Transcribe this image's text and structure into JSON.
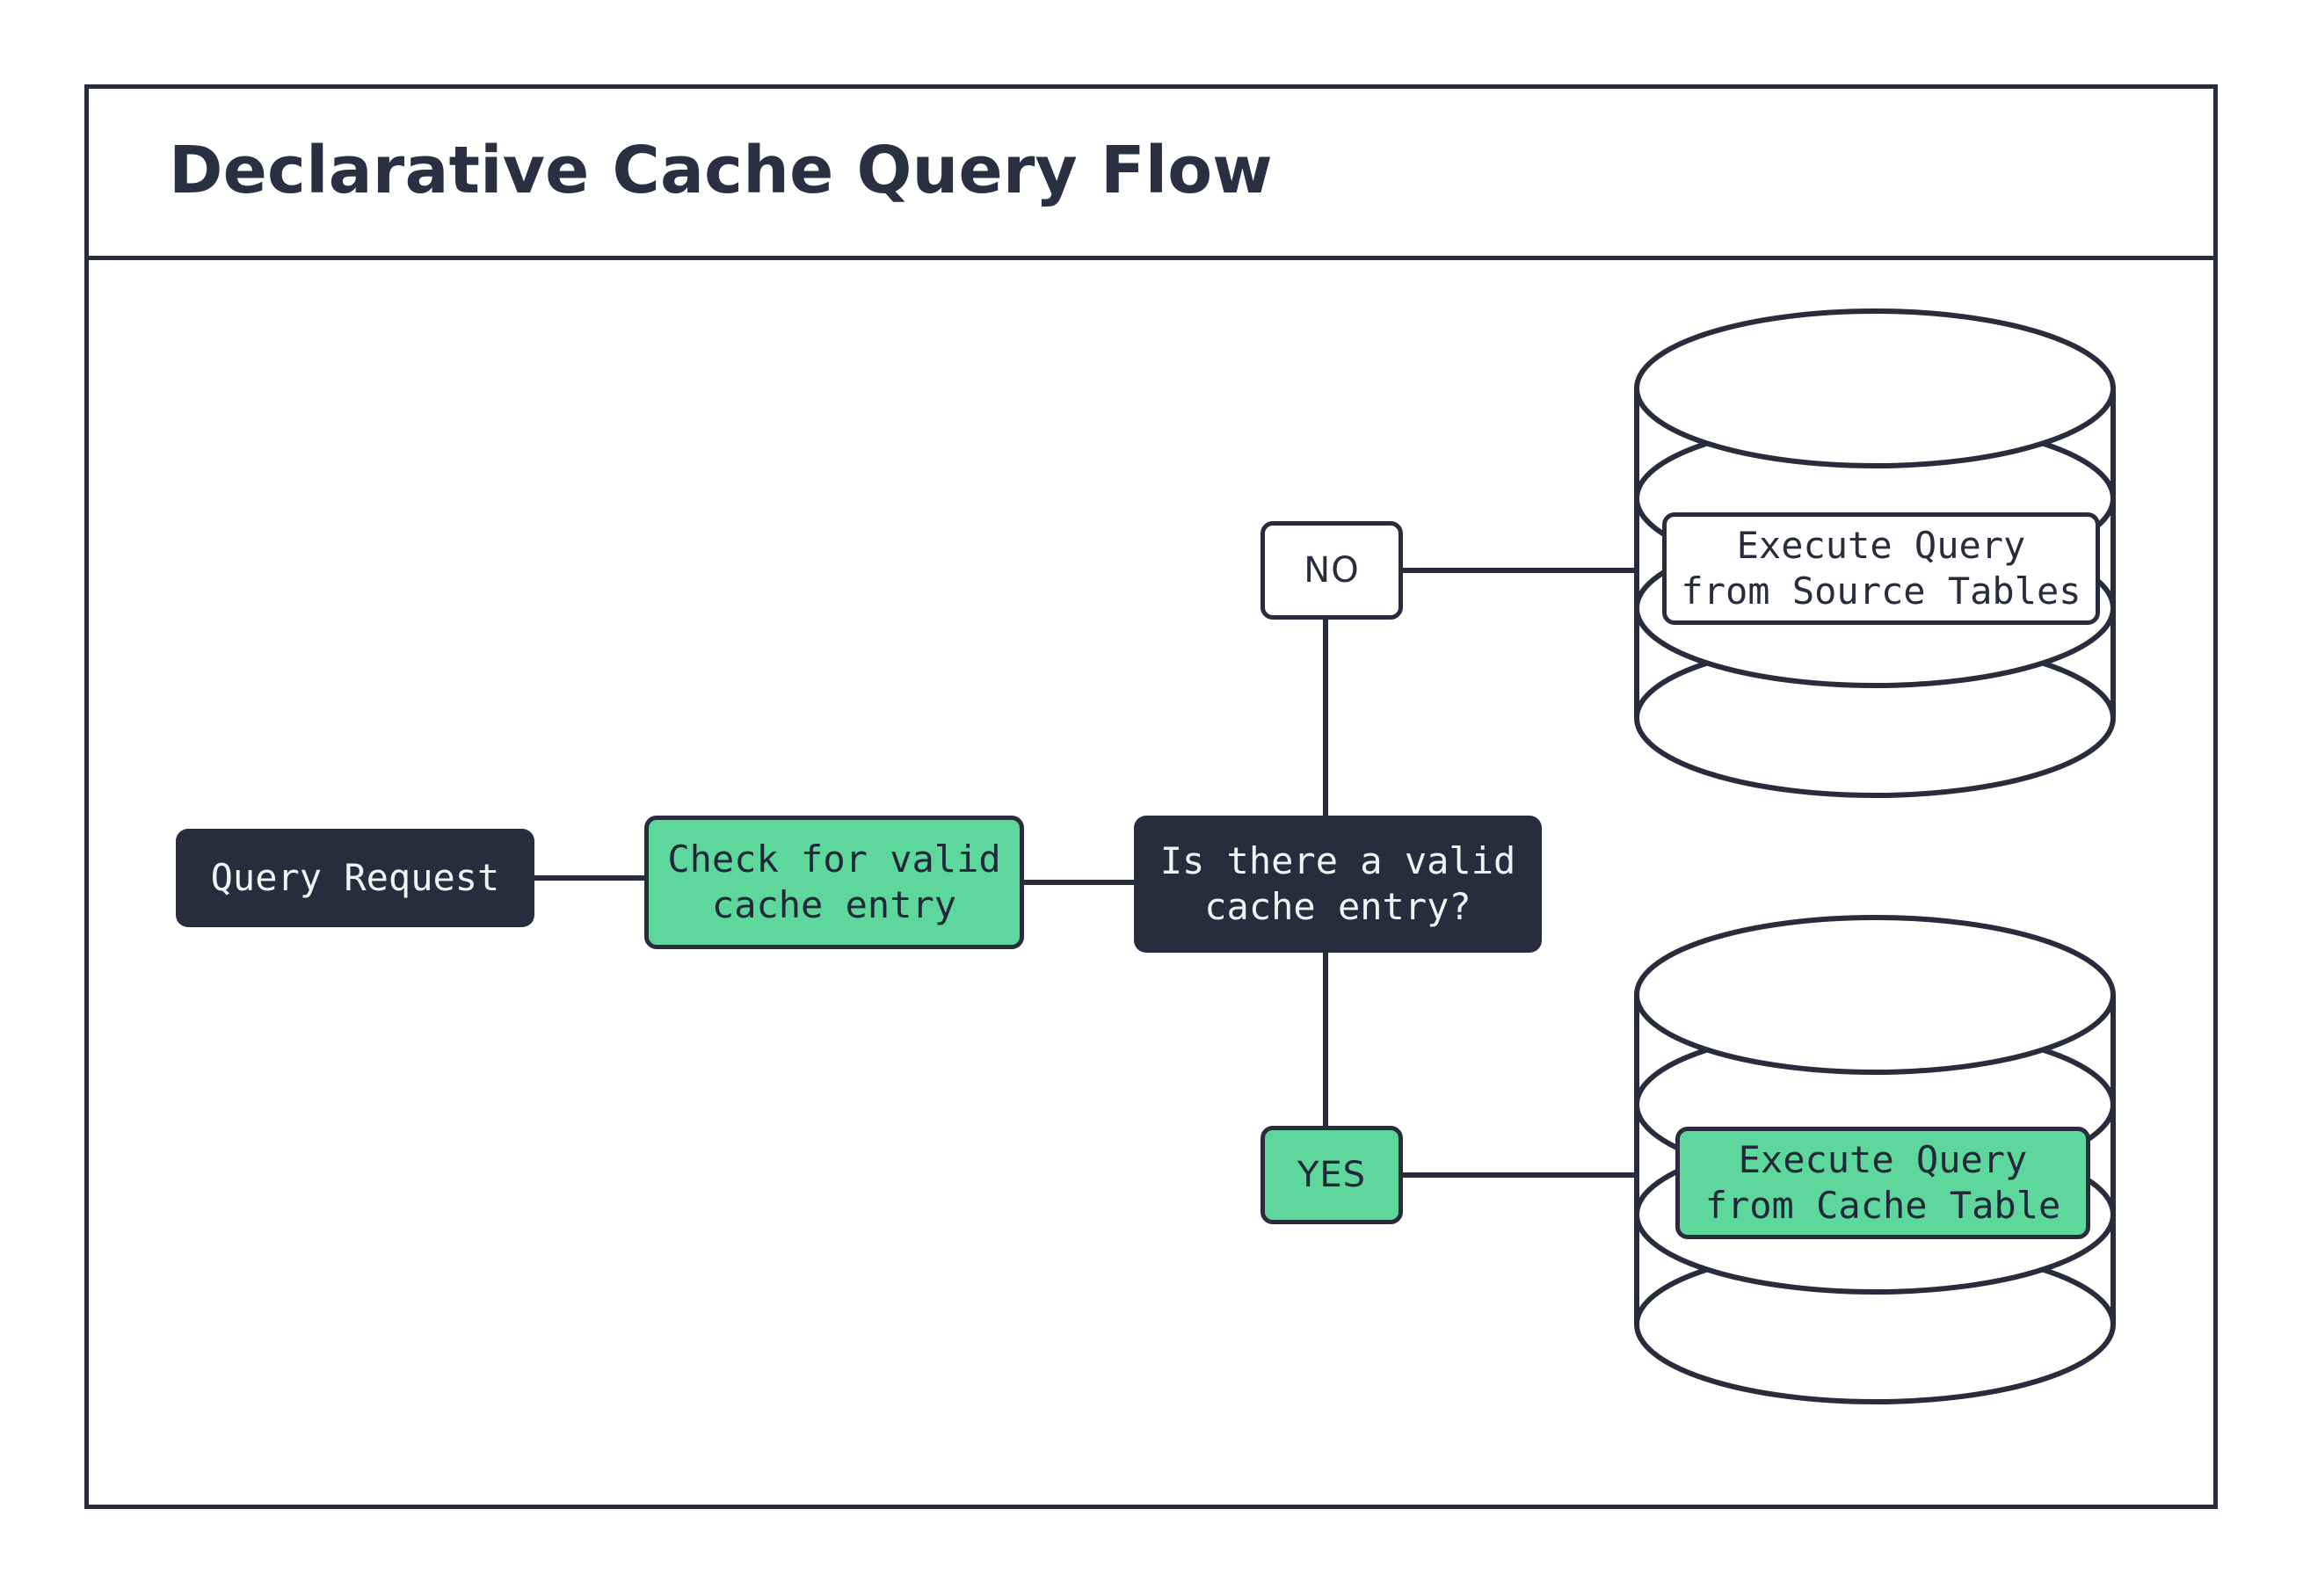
{
  "diagram": {
    "title": "Declarative Cache Query Flow",
    "type": "flowchart",
    "colors": {
      "dark": "#282c3c",
      "green": "#5ed79d",
      "white": "#ffffff",
      "stroke": "#282c3c",
      "text_light": "#f2f2f4",
      "text_dark": "#22283a"
    },
    "nodes": [
      {
        "id": "query-request",
        "label": "Query Request",
        "shape": "rounded-rect",
        "style": "dark"
      },
      {
        "id": "check-cache",
        "label": "Check for valid\ncache entry",
        "shape": "rounded-rect",
        "style": "green"
      },
      {
        "id": "decision",
        "label": "Is there a valid\ncache entry?",
        "shape": "rounded-rect",
        "style": "dark"
      },
      {
        "id": "source-db",
        "label": "Execute Query\nfrom Source Tables",
        "shape": "database-cylinder",
        "style": "white"
      },
      {
        "id": "cache-db",
        "label": "Execute Query\nfrom Cache Table",
        "shape": "database-cylinder",
        "style": "green"
      }
    ],
    "branches": [
      {
        "id": "no",
        "label": "NO",
        "style": "white",
        "target": "source-db"
      },
      {
        "id": "yes",
        "label": "YES",
        "style": "green",
        "target": "cache-db"
      }
    ],
    "edges": [
      {
        "from": "query-request",
        "to": "check-cache"
      },
      {
        "from": "check-cache",
        "to": "decision"
      },
      {
        "from": "decision",
        "to": "no"
      },
      {
        "from": "no",
        "to": "source-db"
      },
      {
        "from": "decision",
        "to": "yes"
      },
      {
        "from": "yes",
        "to": "cache-db"
      }
    ]
  }
}
